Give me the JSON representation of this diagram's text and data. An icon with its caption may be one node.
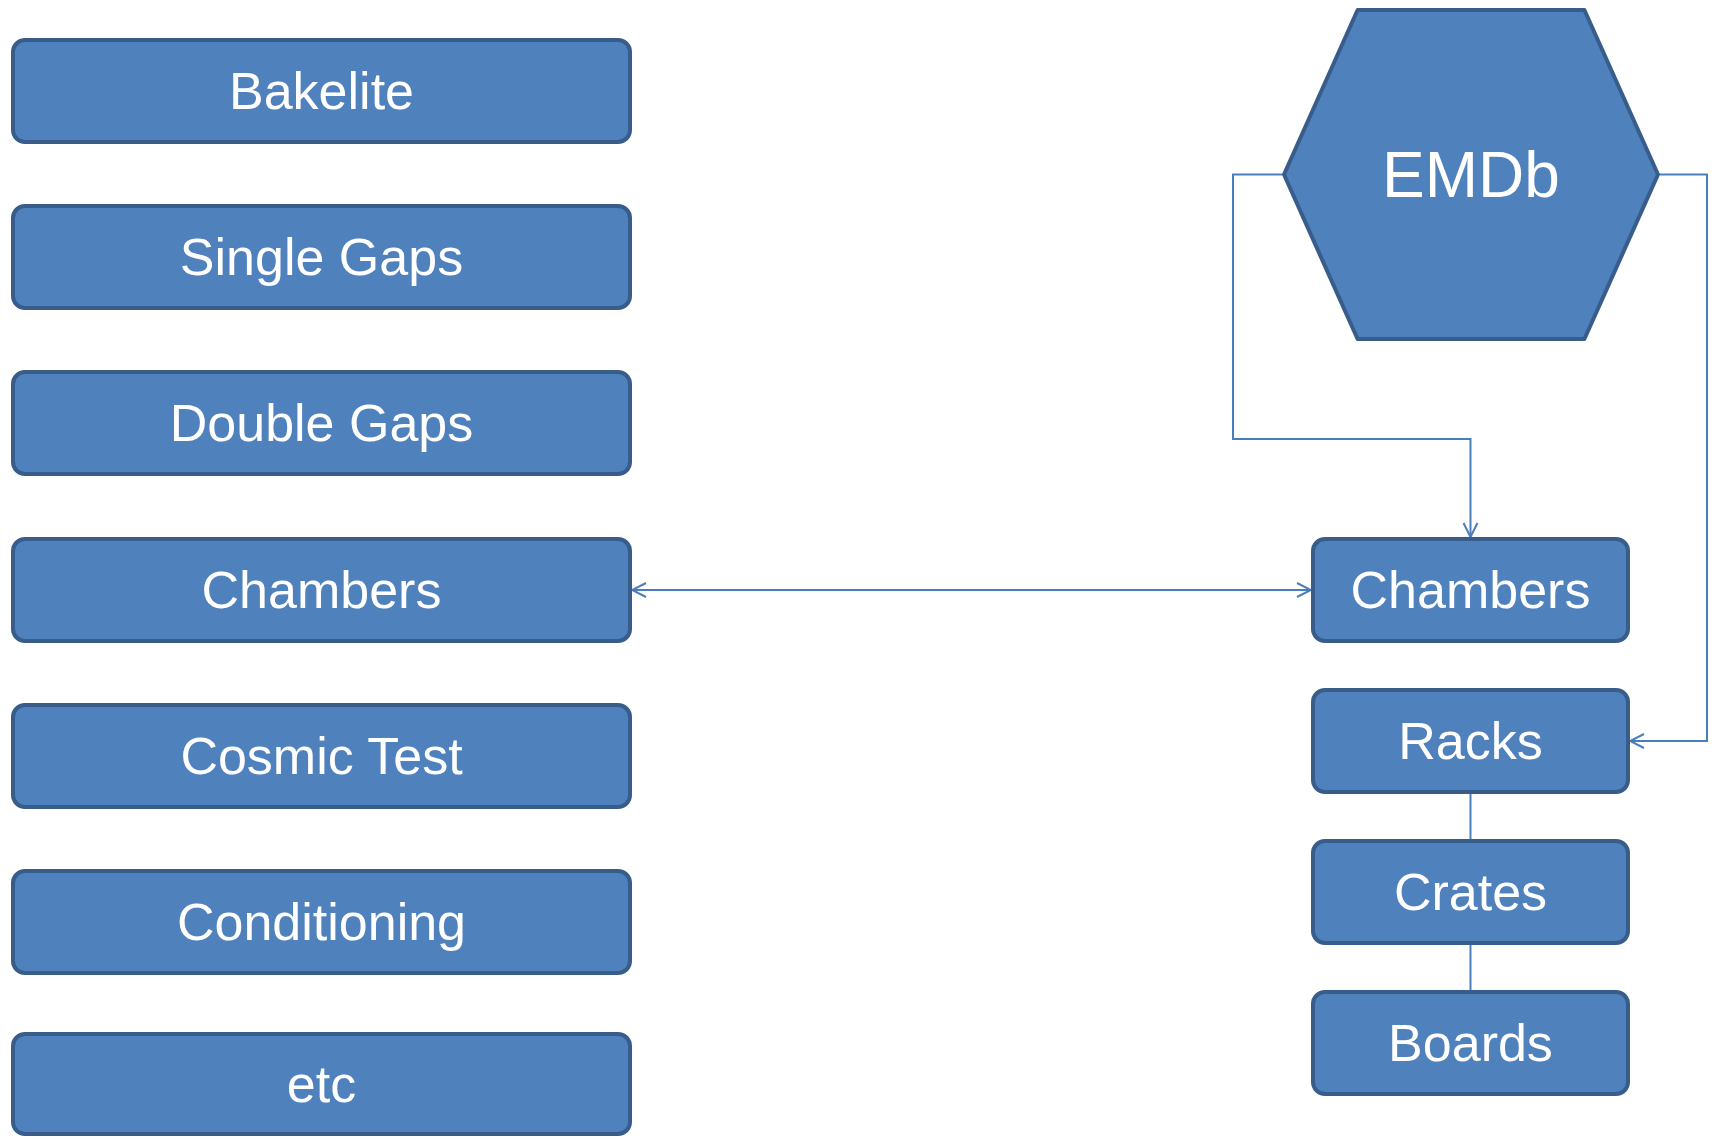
{
  "diagram": {
    "nodes": [
      {
        "text": [
          "Bakelite"
        ]
      },
      {
        "text": [
          "Single Gaps"
        ]
      },
      {
        "text": [
          "Double Gaps"
        ]
      },
      {
        "text": [
          "Chambers"
        ]
      },
      {
        "text": [
          "Cosmic Test"
        ]
      },
      {
        "text": [
          "Conditioning"
        ]
      },
      {
        "text": [
          "etc"
        ]
      },
      {
        "text": [
          "EMDb"
        ]
      },
      {
        "text": [
          "Chambers"
        ]
      },
      {
        "text": [
          "Racks"
        ]
      },
      {
        "text": [
          "Crates"
        ]
      },
      {
        "text": [
          "Boards"
        ]
      }
    ],
    "edges": [
      {
        "from": 7,
        "to": 8,
        "arrow": "to"
      },
      {
        "from": 7,
        "to": 9,
        "arrow": "to"
      },
      {
        "from": 3,
        "to": 8,
        "arrow": "both"
      },
      {
        "from": 9,
        "to": 10,
        "arrow": "none"
      },
      {
        "from": 10,
        "to": 11,
        "arrow": "none"
      }
    ]
  }
}
